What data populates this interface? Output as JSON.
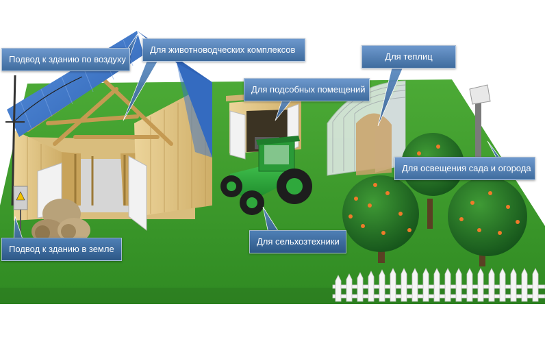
{
  "colors": {
    "lawn": "#3f9a2f",
    "lawn_dark": "#2c7a20",
    "roof_blue": "#3a74c9",
    "wood": "#e4c98a",
    "tractor_green": "#2fa83c",
    "callout_fill": "#3f6c9e",
    "callout_fill_light": "#5b8ac0",
    "fence": "#f4f4f4"
  },
  "callouts": {
    "air": "Подвод к зданию по воздуху",
    "livestock": "Для животноводческих комплексов",
    "auxiliary": "Для подсобных помещений",
    "greenhouses": "Для теплиц",
    "lighting": "Для освещения сада и огорода",
    "machinery": "Для сельхозтехники",
    "underground": "Подвод к зданию в земле"
  },
  "icons": {
    "electrical_box": "lightning-warning-icon"
  }
}
